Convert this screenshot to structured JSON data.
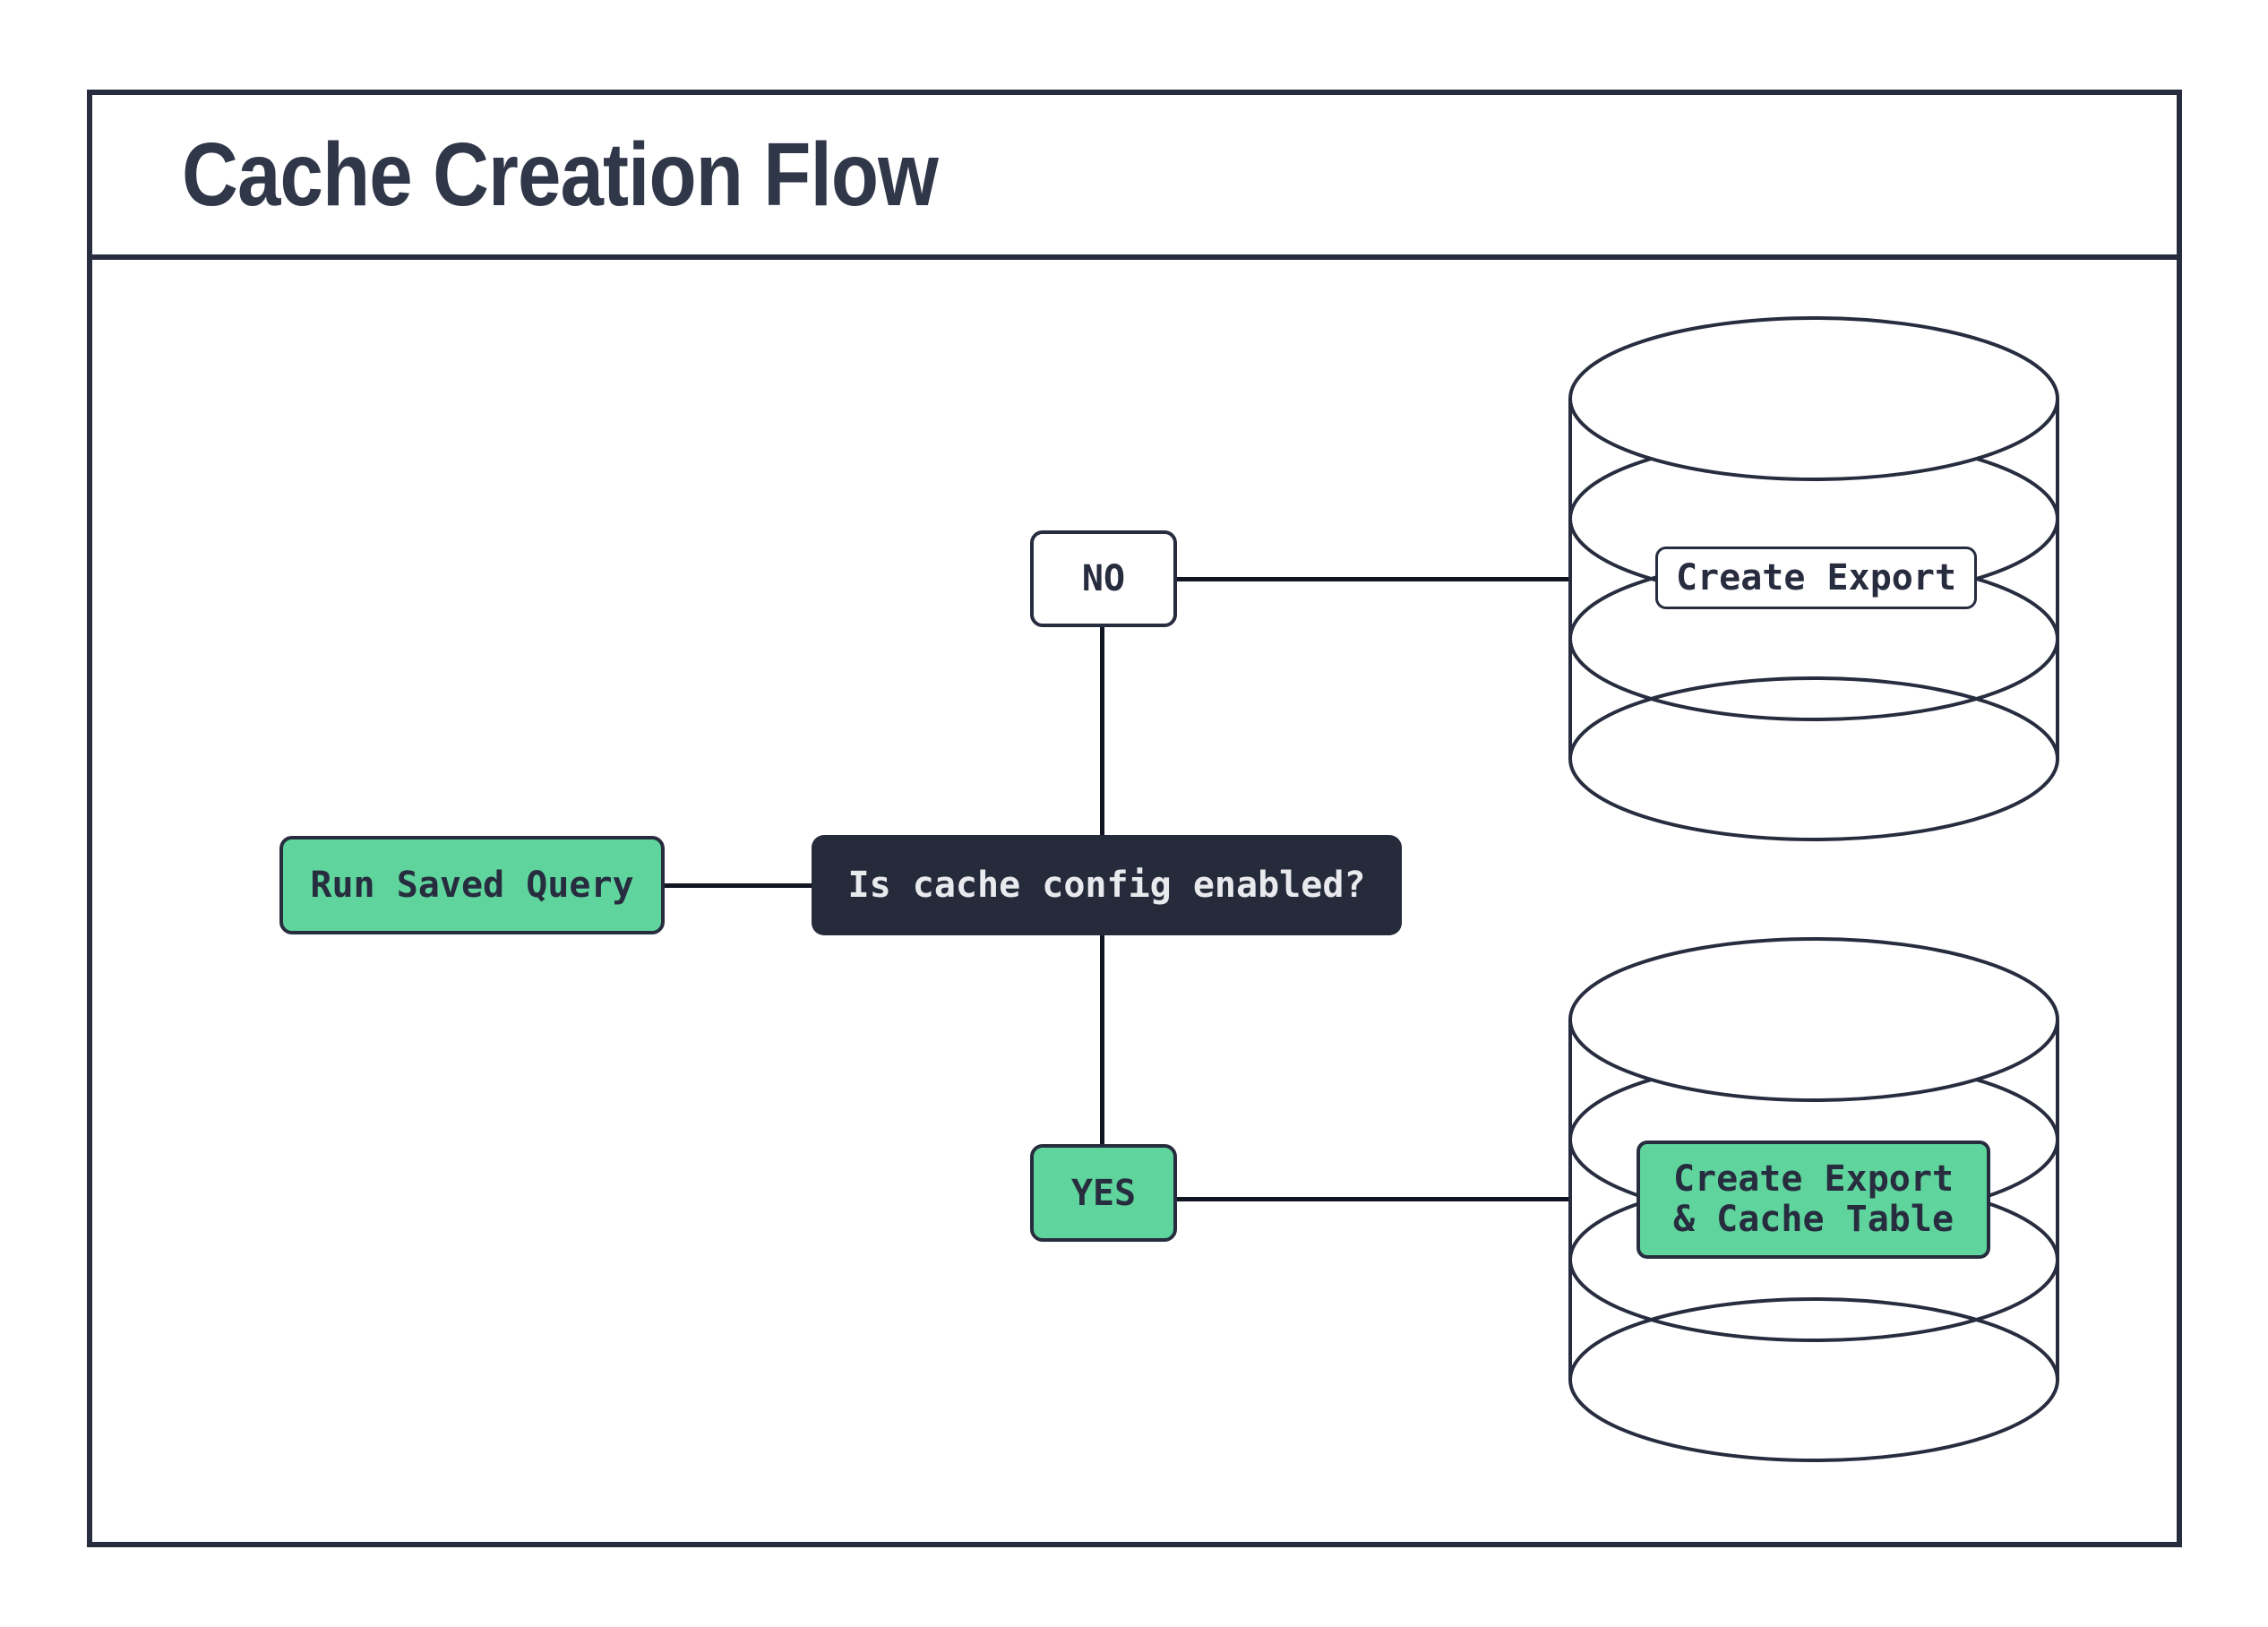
{
  "diagram": {
    "title": "Cache Creation Flow",
    "nodes": {
      "start": {
        "label": "Run Saved Query",
        "type": "process"
      },
      "decision": {
        "label": "Is cache config enabled?",
        "type": "decision"
      },
      "no_branch": {
        "label": "NO"
      },
      "yes_branch": {
        "label": "YES"
      },
      "export_db": {
        "label": "Create Export",
        "icon": "database-icon"
      },
      "export_cache_db": {
        "label_line1": "Create Export",
        "label_line2": "& Cache Table",
        "icon": "database-icon"
      }
    },
    "colors": {
      "accent_green": "#5fd49c",
      "ink_navy": "#272d3f",
      "dark_node_bg": "#262b3b",
      "dark_node_text": "#e9eaee",
      "connector": "#111522",
      "background": "#ffffff"
    }
  }
}
